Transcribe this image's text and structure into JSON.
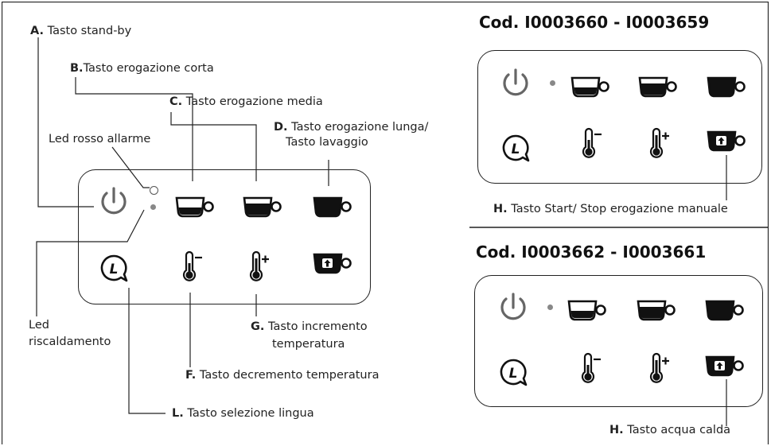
{
  "labels": {
    "a_key": "A.",
    "a_text": " Tasto stand-by",
    "b_key": "B.",
    "b_text": "Tasto erogazione corta",
    "c_key": "C.",
    "c_text": " Tasto erogazione media",
    "d_key": "D.",
    "d_text": " Tasto erogazione lunga/",
    "d_text2": "Tasto lavaggio",
    "led_rosso": "Led rosso allarme",
    "led_risc_1": "Led",
    "led_risc_2": "riscaldamento",
    "g_key": "G.",
    "g_text": " Tasto incremento",
    "g_text2": "temperatura",
    "f_key": "F.",
    "f_text": " Tasto decremento temperatura",
    "l_key": "L.",
    "l_text": " Tasto selezione lingua",
    "h1_key": "H.",
    "h1_text": " Tasto Start/ Stop erogazione manuale",
    "h2_key": "H.",
    "h2_text": " Tasto acqua calda"
  },
  "titles": {
    "panel1": "Cod. I0003660 - I0003659",
    "panel2": "Cod. I0003662 - I0003661"
  },
  "colors": {
    "line": "#222222",
    "standby_icon": "#666666",
    "led": "#888888"
  },
  "icons": [
    "power-icon",
    "led-indicator",
    "cup-short-icon",
    "cup-medium-icon",
    "cup-long-icon",
    "language-icon",
    "thermometer-minus-icon",
    "thermometer-plus-icon",
    "cup-start-stop-icon"
  ]
}
